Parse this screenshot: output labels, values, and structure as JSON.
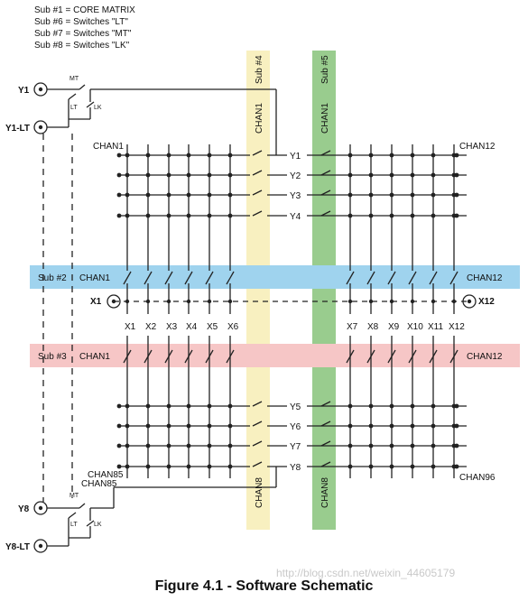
{
  "legend": [
    "Sub #1 = CORE MATRIX",
    "Sub #6 = Switches \"LT\"",
    "Sub #7 = Switches \"MT\"",
    "Sub #8 = Switches \"LK\""
  ],
  "ports": {
    "y1": "Y1",
    "y1_lt": "Y1-LT",
    "y8": "Y8",
    "y8_lt": "Y8-LT",
    "x1": "X1",
    "x12": "X12"
  },
  "switch_labels": {
    "mt": "MT",
    "lt": "LT",
    "lk": "LK"
  },
  "subs": {
    "sub4": "Sub #4",
    "sub5": "Sub #5",
    "sub2": "Sub #2",
    "sub3": "Sub #3",
    "chan1": "CHAN1",
    "chan8": "CHAN8",
    "chan12": "CHAN12",
    "chan85": "CHAN85",
    "chan96": "CHAN96"
  },
  "rows_top": [
    "Y1",
    "Y2",
    "Y3",
    "Y4"
  ],
  "rows_bottom": [
    "Y5",
    "Y6",
    "Y7",
    "Y8"
  ],
  "cols_left": [
    "X1",
    "X2",
    "X3",
    "X4",
    "X5",
    "X6"
  ],
  "cols_right": [
    "X7",
    "X8",
    "X9",
    "X10",
    "X11",
    "X12"
  ],
  "colors": {
    "yellow": "#f8f0c0",
    "green": "#99cc8e",
    "blue": "#9fd3ee",
    "pink": "#f6c6c6",
    "line": "#222222"
  },
  "caption": "Figure 4.1 - Software Schematic",
  "watermark": "http://blog.csdn.net/weixin_44605179"
}
